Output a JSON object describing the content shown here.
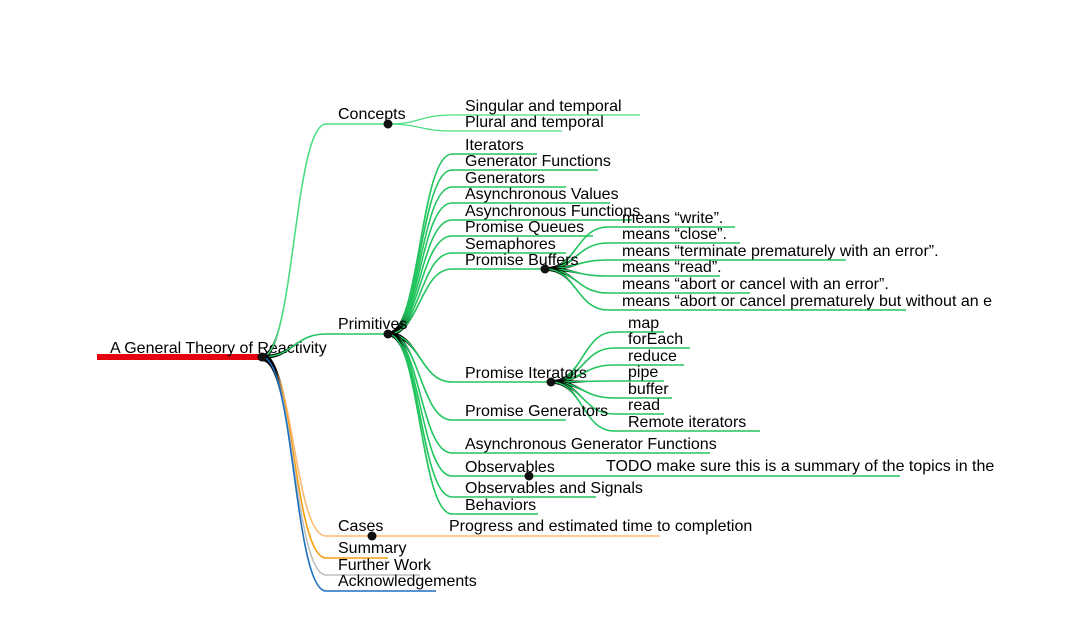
{
  "map": {
    "colors": {
      "root": "#e3000f",
      "concepts": "#4ade80",
      "primitives": "#22c55e",
      "cases": "#fdba74",
      "summary": "#f59e0b",
      "further_work": "#bfbfbf",
      "acknowledgements": "#1f6fbf",
      "stem": "#000000"
    },
    "root": {
      "label": "A General Theory of Reactivity"
    },
    "concepts": {
      "label": "Concepts",
      "children": [
        "Singular and temporal",
        "Plural and temporal"
      ]
    },
    "primitives": {
      "label": "Primitives",
      "children": [
        "Iterators",
        "Generator Functions",
        "Generators",
        "Asynchronous Values",
        "Asynchronous Functions",
        "Promise Queues",
        "Semaphores",
        "Promise Buffers",
        "Promise Iterators",
        "Promise Generators",
        "Asynchronous Generator Functions",
        "Observables",
        "Observables and Signals",
        "Behaviors"
      ],
      "promise_buffers_children": [
        "means “write”.",
        "means “close”.",
        "means “terminate prematurely with an error”.",
        "means “read”.",
        "means “abort or cancel with an error”.",
        "means “abort or cancel prematurely but without an e"
      ],
      "promise_iterators_children": [
        "map",
        "forEach",
        "reduce",
        "pipe",
        "buffer",
        "read",
        "Remote iterators"
      ],
      "observables_children": [
        "TODO make sure this is a summary of the topics in the"
      ]
    },
    "cases": {
      "label": "Cases",
      "children": [
        "Progress and estimated time to completion"
      ]
    },
    "summary": {
      "label": "Summary"
    },
    "further_work": {
      "label": "Further Work"
    },
    "acknowledgements": {
      "label": "Acknowledgements"
    }
  }
}
